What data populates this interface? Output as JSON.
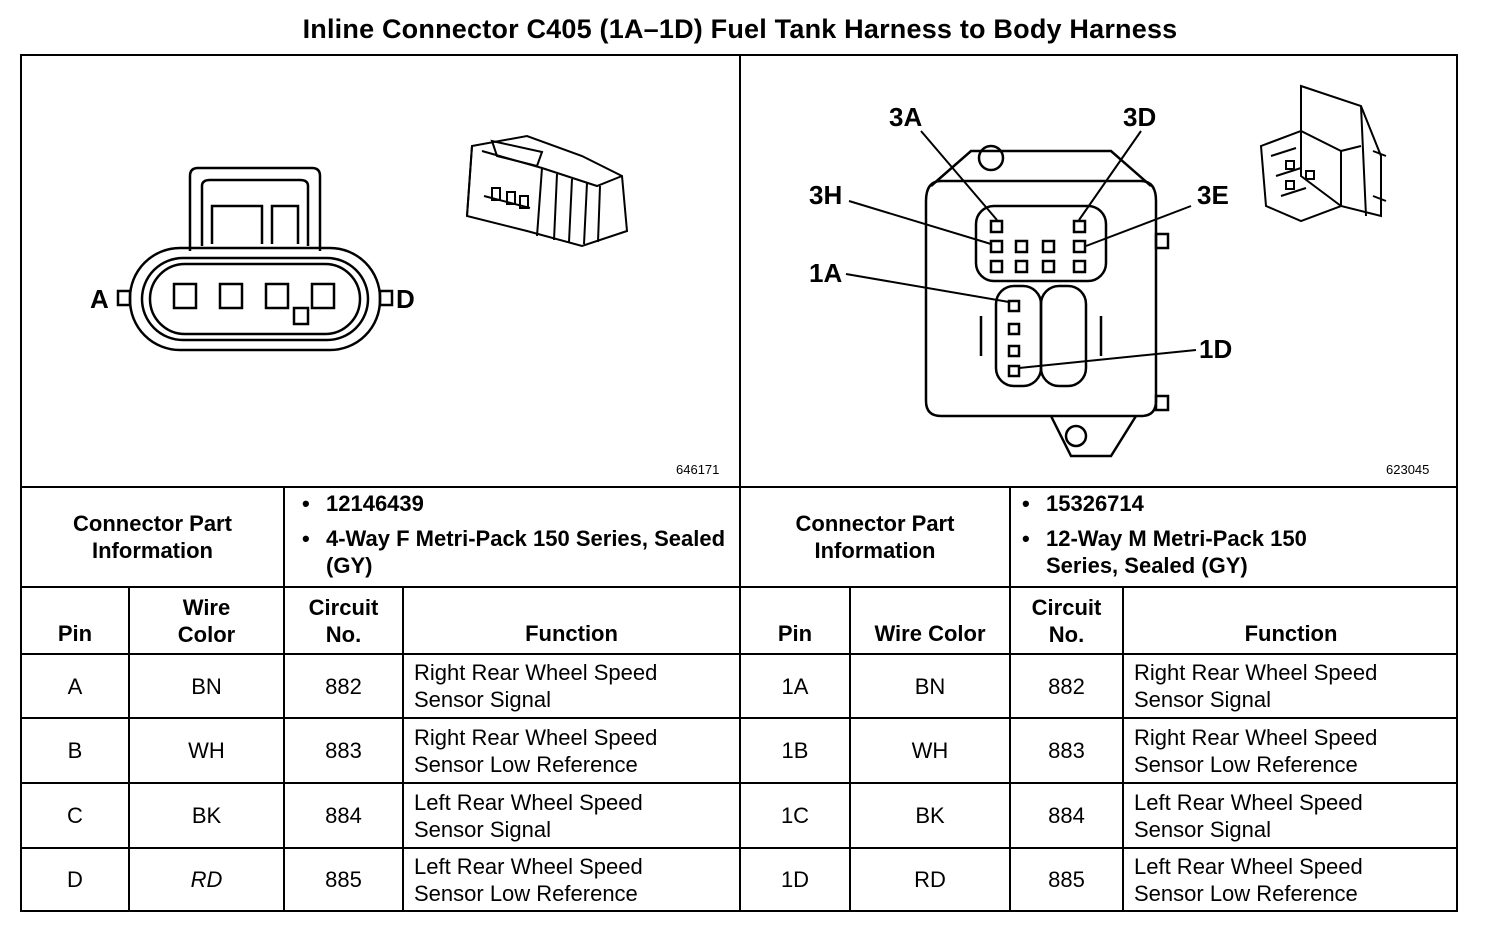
{
  "title": "Inline Connector C405 (1A–1D) Fuel Tank Harness to Body Harness",
  "left": {
    "figure_id": "646171",
    "pin_labels": [
      "A",
      "D"
    ],
    "part_info_label": "Connector Part Information",
    "part_info": [
      "12146439",
      "4-Way F Metri-Pack 150 Series, Sealed (GY)"
    ],
    "headers": [
      "Pin",
      "Wire Color",
      "Circuit No.",
      "Function"
    ],
    "rows": [
      [
        "A",
        "BN",
        "882",
        "Right Rear Wheel Speed Sensor Signal"
      ],
      [
        "B",
        "WH",
        "883",
        "Right Rear Wheel Speed Sensor Low Reference"
      ],
      [
        "C",
        "BK",
        "884",
        "Left Rear Wheel Speed Sensor Signal"
      ],
      [
        "D",
        "RD",
        "885",
        "Left Rear Wheel Speed Sensor Low Reference"
      ]
    ]
  },
  "right": {
    "figure_id": "623045",
    "pin_labels": [
      "3A",
      "3D",
      "3H",
      "3E",
      "1A",
      "1D"
    ],
    "part_info_label": "Connector Part Information",
    "part_info": [
      "15326714",
      "12-Way M Metri-Pack 150 Series, Sealed (GY)"
    ],
    "headers": [
      "Pin",
      "Wire Color",
      "Circuit No.",
      "Function"
    ],
    "rows": [
      [
        "1A",
        "BN",
        "882",
        "Right Rear Wheel Speed Sensor Signal"
      ],
      [
        "1B",
        "WH",
        "883",
        "Right Rear Wheel Speed Sensor Low Reference"
      ],
      [
        "1C",
        "BK",
        "884",
        "Left Rear Wheel Speed Sensor Signal"
      ],
      [
        "1D",
        "RD",
        "885",
        "Left Rear Wheel Speed Sensor Low Reference"
      ]
    ]
  }
}
